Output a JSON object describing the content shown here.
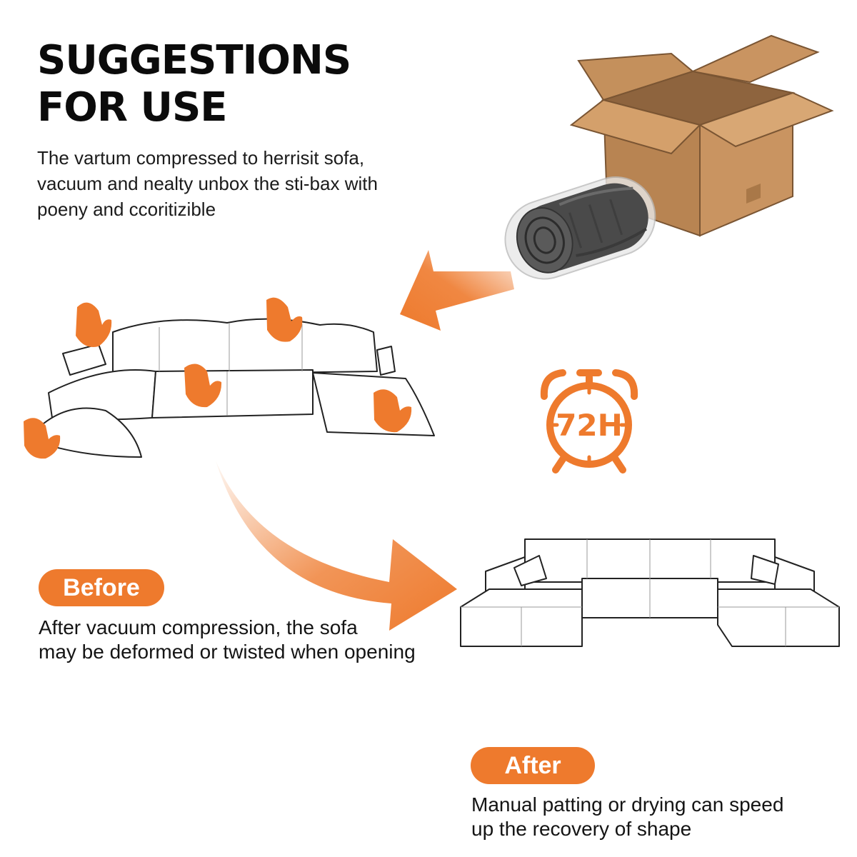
{
  "header": {
    "title_line1": "SUGGESTIONS",
    "title_line2": "FOR USE",
    "intro_line1": "The vartum compressed to herrisit sofa,",
    "intro_line2": "vacuum and nealty unbox the sti-bax with",
    "intro_line3": "poeny and ccoritizible"
  },
  "timer": {
    "label": "72H",
    "icon": "alarm-clock-icon"
  },
  "before": {
    "badge": "Before",
    "description_line1": "After vacuum compression, the sofa",
    "description_line2": "may be deformed or twisted when opening"
  },
  "after": {
    "badge": "After",
    "description_line1": "Manual patting or drying can speed",
    "description_line2": "up the recovery of shape"
  },
  "colors": {
    "accent": "#ee7a2d",
    "cardboard": "#c99461",
    "cardboard_dark": "#8e643e",
    "roll": "#4a4a4a",
    "text": "#111111"
  },
  "icons": [
    "cardboard-box-icon",
    "rolled-sofa-icon",
    "orange-arrow-icon",
    "hand-icon",
    "alarm-clock-icon",
    "sofa-icon",
    "curved-arrow-icon"
  ]
}
